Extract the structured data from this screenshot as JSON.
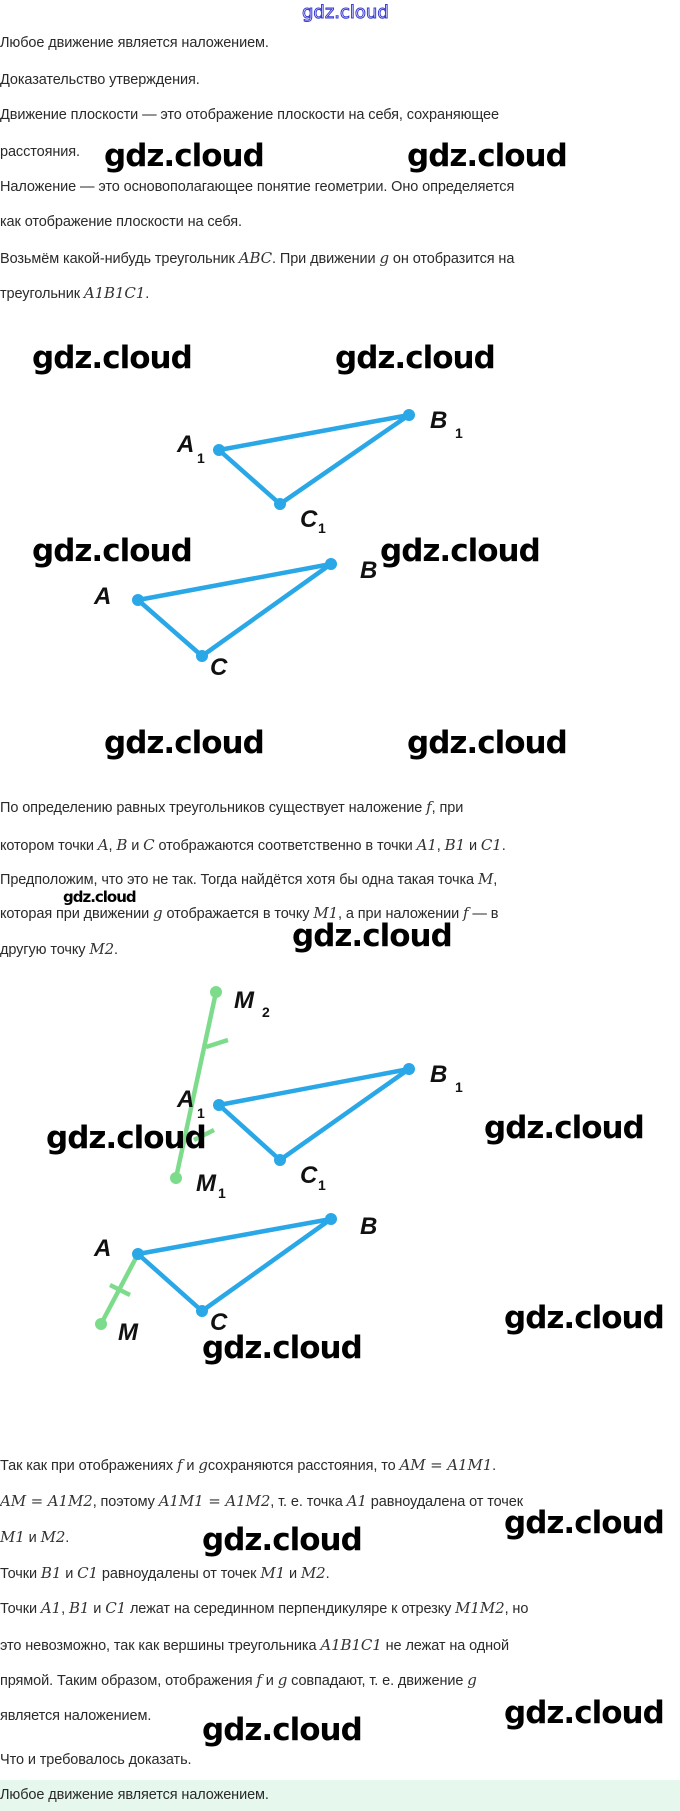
{
  "logo": "gdz.cloud",
  "watermark": "gdz.cloud",
  "colors": {
    "figure": "#2aa7e6",
    "extension": "#7ddc8c",
    "highlight": "#e6f8ee"
  },
  "paragraphs": [
    [
      [
        "t",
        "Любое движение является наложением."
      ]
    ],
    [
      [
        "t",
        "Доказательство утверждения."
      ]
    ],
    [
      [
        "t",
        "Движение плоскости — это отображение плоскости на себя, сохраняющее"
      ]
    ],
    [
      [
        "t",
        "расстояния."
      ]
    ],
    [
      [
        "t",
        "Наложение — это основополагающее понятие геометрии. Оно определяется"
      ]
    ],
    [
      [
        "t",
        "как отображение плоскости на себя."
      ]
    ],
    [
      [
        "t",
        "Возьмём какой-нибудь треугольник "
      ],
      [
        "m",
        "ABC"
      ],
      [
        "t",
        ". При движении "
      ],
      [
        "m",
        "g"
      ],
      [
        "t",
        " он отобразится на"
      ]
    ],
    [
      [
        "t",
        "треугольник "
      ],
      [
        "m",
        "A1B1C1"
      ],
      [
        "t",
        "."
      ]
    ],
    [
      [
        "t",
        "По определению равных треугольников существует наложение "
      ],
      [
        "m",
        "f"
      ],
      [
        "t",
        ", при"
      ]
    ],
    [
      [
        "t",
        "котором точки "
      ],
      [
        "m",
        "A"
      ],
      [
        "t",
        ", "
      ],
      [
        "m",
        "B"
      ],
      [
        "t",
        " и "
      ],
      [
        "m",
        "C"
      ],
      [
        "t",
        " отображаются соответственно в точки "
      ],
      [
        "m",
        "A1"
      ],
      [
        "t",
        ", "
      ],
      [
        "m",
        "B1"
      ],
      [
        "t",
        " и "
      ],
      [
        "m",
        "C1"
      ],
      [
        "t",
        "."
      ]
    ],
    [
      [
        "t",
        "Предположим, что это не так. Тогда найдётся хотя бы одна такая точка "
      ],
      [
        "m",
        "M"
      ],
      [
        "t",
        ","
      ]
    ],
    [
      [
        "t",
        "которая при движении "
      ],
      [
        "m",
        "g"
      ],
      [
        "t",
        " отображается в точку "
      ],
      [
        "m",
        "M1"
      ],
      [
        "t",
        ", а при наложении "
      ],
      [
        "m",
        "f"
      ],
      [
        "t",
        " — в"
      ]
    ],
    [
      [
        "t",
        "другую точку "
      ],
      [
        "m",
        "M2"
      ],
      [
        "t",
        "."
      ]
    ],
    [
      [
        "t",
        "Так как при отображениях "
      ],
      [
        "m",
        "f"
      ],
      [
        "t",
        " и "
      ],
      [
        "m",
        "g"
      ],
      [
        "t",
        "сохраняются расстояния, то "
      ],
      [
        "m",
        "AM = A1M1"
      ],
      [
        "t",
        "."
      ]
    ],
    [
      [
        "m",
        "AM = A1M2"
      ],
      [
        "t",
        ", поэтому "
      ],
      [
        "m",
        "A1M1 = A1M2"
      ],
      [
        "t",
        ", т. е. точка "
      ],
      [
        "m",
        "A1"
      ],
      [
        "t",
        " равноудалена от точек"
      ]
    ],
    [
      [
        "m",
        "M1"
      ],
      [
        "t",
        " и "
      ],
      [
        "m",
        "M2"
      ],
      [
        "t",
        "."
      ]
    ],
    [
      [
        "t",
        "Точки "
      ],
      [
        "m",
        "B1"
      ],
      [
        "t",
        " и "
      ],
      [
        "m",
        "C1"
      ],
      [
        "t",
        " равноудалены от точек "
      ],
      [
        "m",
        "M1"
      ],
      [
        "t",
        " и "
      ],
      [
        "m",
        "M2"
      ],
      [
        "t",
        "."
      ]
    ],
    [
      [
        "t",
        "Точки "
      ],
      [
        "m",
        "A1"
      ],
      [
        "t",
        ", "
      ],
      [
        "m",
        "B1"
      ],
      [
        "t",
        " и "
      ],
      [
        "m",
        "C1"
      ],
      [
        "t",
        " лежат на серединном перпендикуляре к отрезку "
      ],
      [
        "m",
        "M1M2"
      ],
      [
        "t",
        ", но"
      ]
    ],
    [
      [
        "t",
        "это невозможно, так как вершины треугольника "
      ],
      [
        "m",
        "A1B1C1"
      ],
      [
        "t",
        " не лежат на одной"
      ]
    ],
    [
      [
        "t",
        "прямой. Таким образом, отображения "
      ],
      [
        "m",
        "f"
      ],
      [
        "t",
        " и "
      ],
      [
        "m",
        "g"
      ],
      [
        "t",
        " совпадают, т. е. движение "
      ],
      [
        "m",
        "g"
      ]
    ],
    [
      [
        "t",
        "является наложением."
      ]
    ],
    [
      [
        "t",
        "Что и требовалось доказать."
      ]
    ],
    [
      [
        "t",
        "Любое движение является наложением."
      ]
    ]
  ],
  "figure1": {
    "labels": {
      "A1": "A",
      "B1": "B",
      "C1": "C",
      "A": "A",
      "B": "B",
      "C": "C",
      "sub": "1"
    }
  },
  "figure2": {
    "labels": {
      "M2": "M",
      "A1": "A",
      "B1": "B",
      "C1": "C",
      "M1": "M",
      "A": "A",
      "B": "B",
      "C": "C",
      "M": "M",
      "sub1": "1",
      "sub2": "2"
    }
  }
}
